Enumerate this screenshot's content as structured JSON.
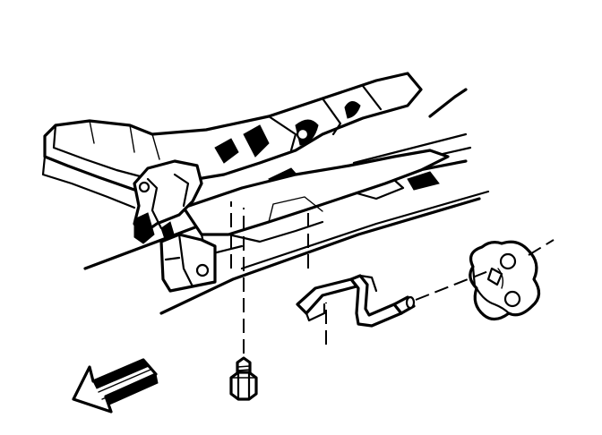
{
  "figure": {
    "background": "#ffffff",
    "ink_color": "#000000",
    "parts": [
      "vehicle-frame-underbody",
      "exhaust-hanger-bracket",
      "rubber-isolator",
      "mounting-bolt",
      "front-direction-arrow"
    ]
  }
}
